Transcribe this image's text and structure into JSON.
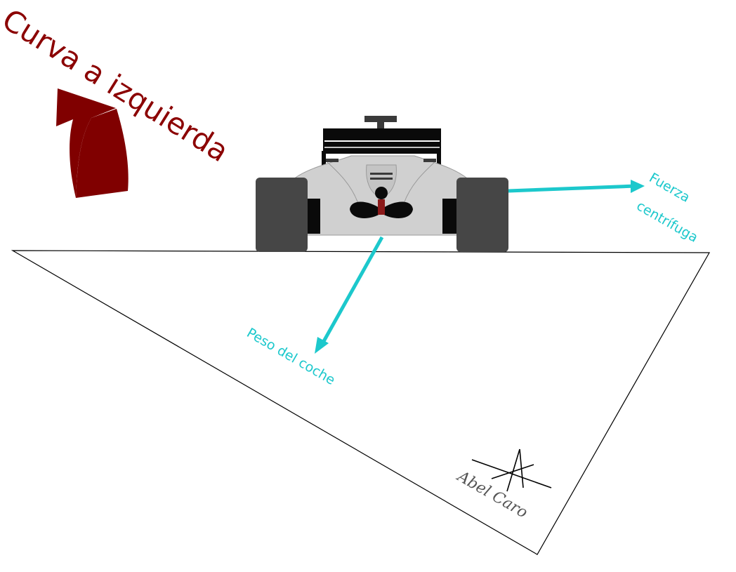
{
  "title": "Curva a izquierda",
  "labels": {
    "centrifugal_line1": "Fuerza",
    "centrifugal_line2": "centrífuga",
    "weight": "Peso del coche"
  },
  "signature": "Abel Caro",
  "icons": {
    "turn_arrow": "curved-arrow-left-icon",
    "car": "formula1-car-rear-icon",
    "signature_star": "signature-star-icon"
  },
  "colors": {
    "title": "#8b0000",
    "turn_arrow": "#800000",
    "force_arrows": "#1cc8cc",
    "track_line": "#000000",
    "car_body": "#d0d0d0",
    "tyres": "#464646"
  }
}
